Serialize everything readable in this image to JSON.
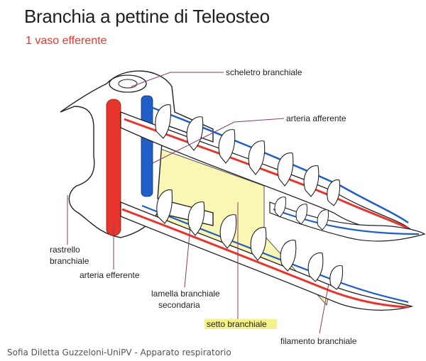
{
  "title": "Branchia a pettine di Teleosteo",
  "subtitle": "1 vaso efferente",
  "labels": {
    "scheletro": "scheletro branchiale",
    "afferente": "arteria afferente",
    "rastrello_1": "rastrello",
    "rastrello_2": "branchiale",
    "efferente": "arteria efferente",
    "lamella_1": "lamella branchiale",
    "lamella_2": "secondaria",
    "setto": "setto branchiale",
    "filamento": "filamento branchiale"
  },
  "footer": "Sofia Diletta Guzzeloni-UniPV - Apparato respiratorio",
  "colors": {
    "efferent_vessel": "#e8352b",
    "afferent_vessel": "#1f5fc6",
    "septum": "#faf6b4",
    "highlight": "#f6f28a",
    "outline": "#222222"
  }
}
